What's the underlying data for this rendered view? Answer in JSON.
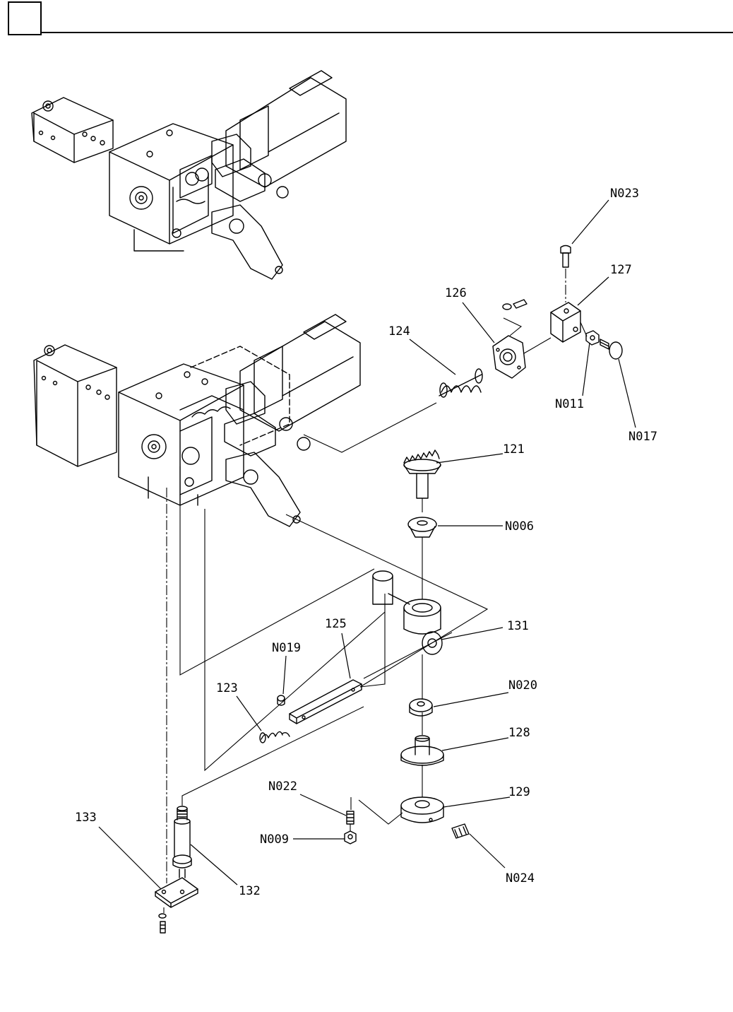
{
  "header": {
    "box_text": ""
  },
  "part_labels": [
    {
      "id": "N023"
    },
    {
      "id": "127"
    },
    {
      "id": "126"
    },
    {
      "id": "124"
    },
    {
      "id": "N011"
    },
    {
      "id": "N017"
    },
    {
      "id": "121"
    },
    {
      "id": "N006"
    },
    {
      "id": "125"
    },
    {
      "id": "131"
    },
    {
      "id": "N019"
    },
    {
      "id": "123"
    },
    {
      "id": "N020"
    },
    {
      "id": "128"
    },
    {
      "id": "N022"
    },
    {
      "id": "129"
    },
    {
      "id": "133"
    },
    {
      "id": "N009"
    },
    {
      "id": "132"
    },
    {
      "id": "N024"
    }
  ],
  "colors": {
    "ink": "#000000",
    "paper": "#ffffff"
  }
}
